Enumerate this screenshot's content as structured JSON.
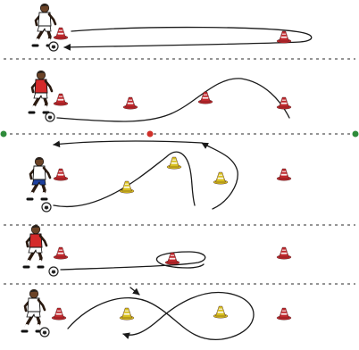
{
  "diagram": {
    "lane_count": 5,
    "colors": {
      "background": "#ffffff",
      "lane_divider": "#555555",
      "path_line": "#1a1a1a",
      "cone_red": "#c0282d",
      "cone_yellow": "#d8c020",
      "field_marker_green": "#2e8b3a",
      "field_marker_red": "#d0302a",
      "shirt_white": "#ffffff",
      "shirt_red": "#d42a2a",
      "shorts_blue": "#1d3f9c",
      "shorts_white": "#ffffff",
      "ball": "#222222"
    },
    "lanes": [
      {
        "id": "lane-1",
        "player_shirt": "white",
        "player_shorts": "white",
        "cones": [
          "red",
          "red"
        ],
        "path": "straight-out-and-back"
      },
      {
        "id": "lane-2",
        "player_shirt": "red",
        "player_shorts": "white",
        "cones": [
          "red",
          "red",
          "red",
          "red"
        ],
        "path": "wave-dribble"
      },
      {
        "id": "lane-3",
        "player_shirt": "white",
        "player_shorts": "blue",
        "cones": [
          "red",
          "yellow",
          "yellow",
          "yellow",
          "red"
        ],
        "path": "loop-and-return"
      },
      {
        "id": "lane-4",
        "player_shirt": "red",
        "player_shorts": "white",
        "cones": [
          "red",
          "red",
          "red"
        ],
        "path": "single-loop"
      },
      {
        "id": "lane-5",
        "player_shirt": "white",
        "player_shorts": "white",
        "cones": [
          "red",
          "yellow",
          "yellow",
          "red"
        ],
        "path": "figure-eight"
      }
    ]
  }
}
